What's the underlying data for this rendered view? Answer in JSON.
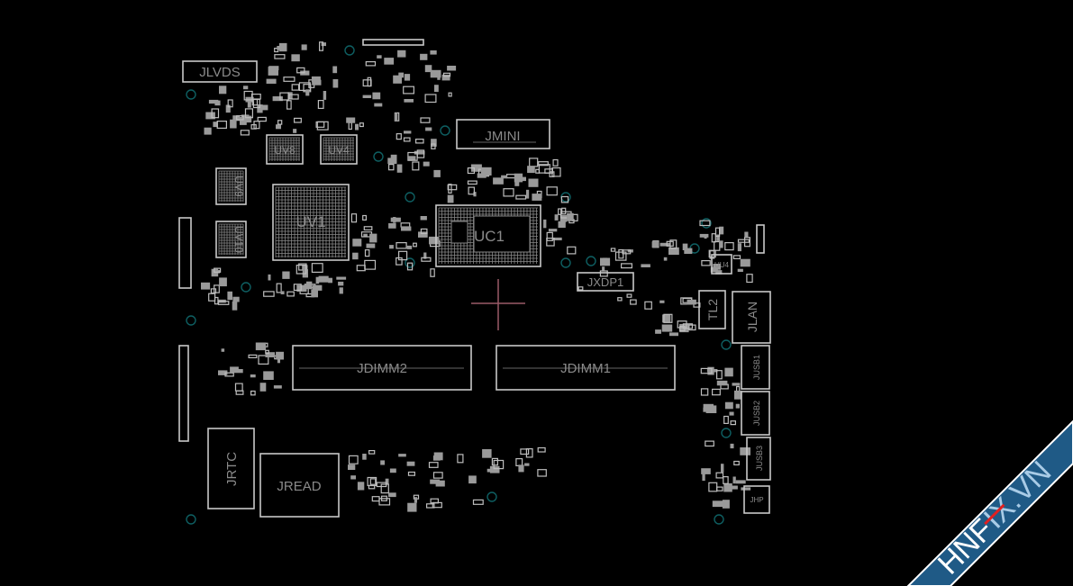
{
  "viewer": {
    "background": "#000000",
    "outline_color": "#c8c8c8",
    "hole_color": "#0e5f62",
    "cursor_color": "#9a5a68"
  },
  "components": {
    "jlvds": "JLVDS",
    "jmini": "JMINI",
    "uv8": "UV8",
    "uv4": "UV4",
    "uv9": "UV9",
    "uv10": "UV10",
    "uv1": "UV1",
    "uc1": "UC1",
    "jxdp1": "JXDP1",
    "tl2": "TL2",
    "jlan": "JLAN",
    "uu4": "UU4",
    "jusb1": "JUSB1",
    "jusb2": "JUSB2",
    "jusb3": "JUSB3",
    "jhp": "JHP",
    "jdimm2": "JDIMM2",
    "jdimm1": "JDIMM1",
    "jrtc": "JRTC",
    "jread": "JREAD"
  },
  "watermark": {
    "text_a": "HNF",
    "text_b": "IX.VN",
    "band_color": "#1f5a86",
    "accent": "#e02020"
  }
}
